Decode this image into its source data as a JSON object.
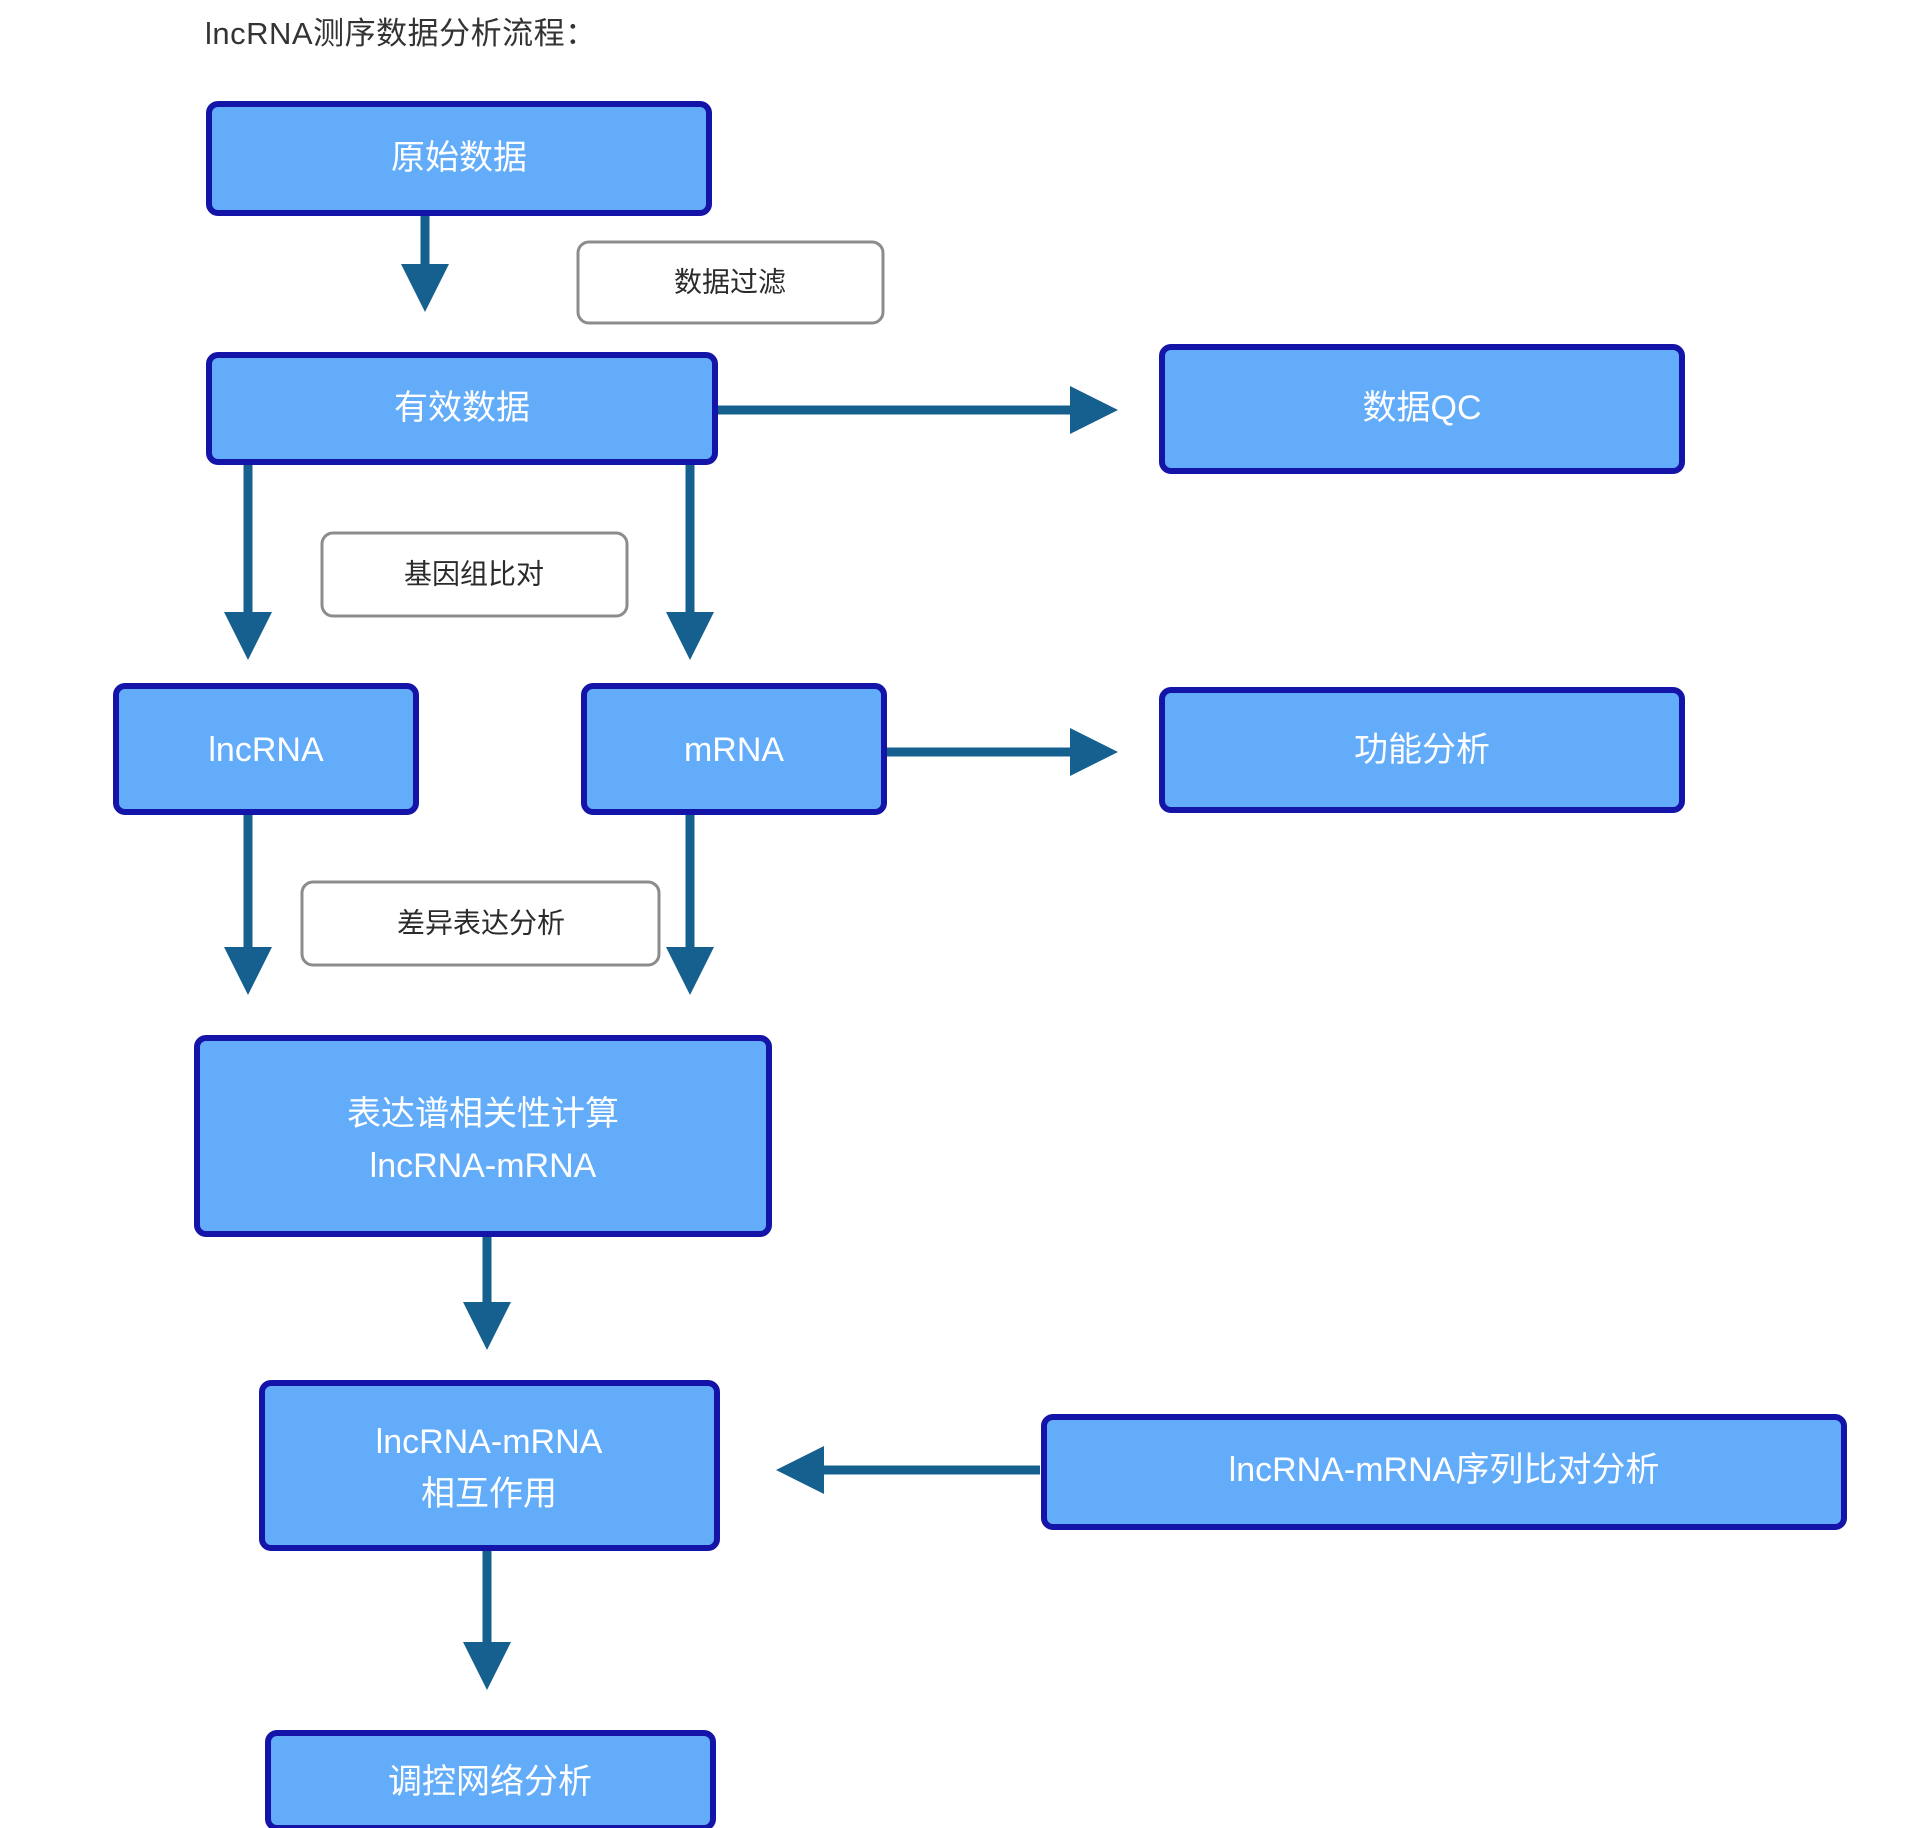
{
  "title": "lncRNA测序数据分析流程：",
  "colors": {
    "node_fill": "#62acfa",
    "node_border": "#1414a8",
    "node_text": "#ffffff",
    "label_fill": "#ffffff",
    "label_border": "#8c8c8c",
    "label_text": "#2b2b2b",
    "edge": "#16608f",
    "background": "#ffffff",
    "title_text": "#333333"
  },
  "nodes": {
    "raw_data": {
      "label": "原始数据"
    },
    "valid_data": {
      "label": "有效数据"
    },
    "data_qc": {
      "label": "数据QC"
    },
    "lncrna": {
      "label": "lncRNA"
    },
    "mrna": {
      "label": "mRNA"
    },
    "function_analysis": {
      "label": "功能分析"
    },
    "correlation": {
      "line1": "表达谱相关性计算",
      "line2": "lncRNA-mRNA"
    },
    "interaction": {
      "line1": "lncRNA-mRNA",
      "line2": "相互作用"
    },
    "sequence_alignment": {
      "label": "lncRNA-mRNA序列比对分析"
    },
    "network_analysis": {
      "label": "调控网络分析"
    }
  },
  "edge_labels": {
    "data_filter": "数据过滤",
    "genome_alignment": "基因组比对",
    "differential_expression": "差异表达分析"
  },
  "flow_steps": [
    "原始数据",
    "有效数据",
    "数据QC",
    "lncRNA",
    "mRNA",
    "功能分析",
    "表达谱相关性计算 lncRNA-mRNA",
    "lncRNA-mRNA 相互作用",
    "lncRNA-mRNA序列比对分析",
    "调控网络分析"
  ]
}
